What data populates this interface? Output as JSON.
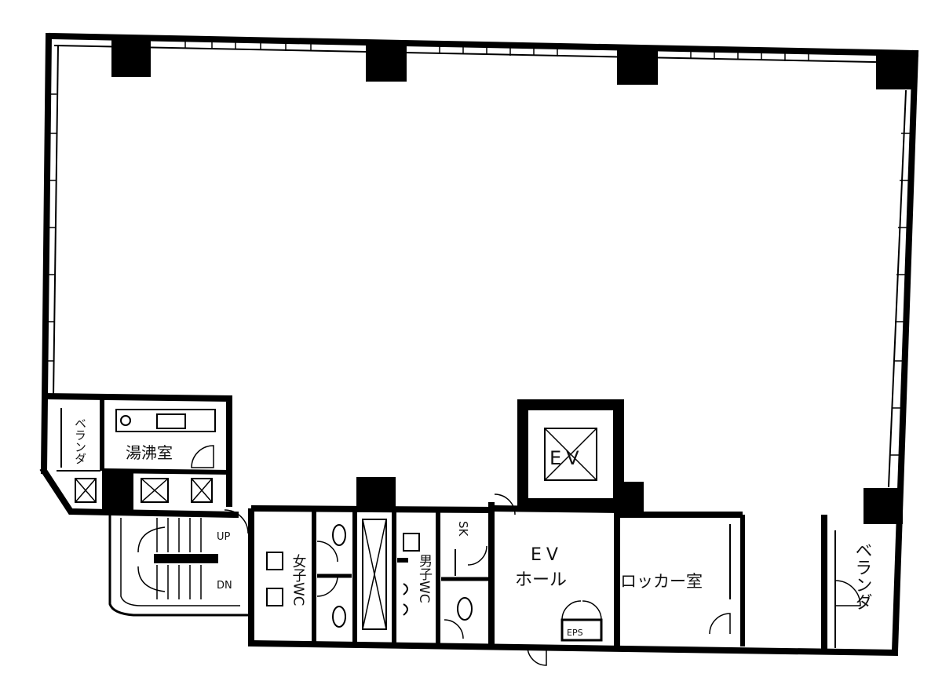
{
  "rooms": {
    "yufushitsu": "湯沸室",
    "veranda_left": "ベランダ",
    "veranda_right": "ベランダ",
    "ev": "EV",
    "ev_hall_1": "EV",
    "ev_hall_2": "ホール",
    "locker": "ロッカー室",
    "sk": "SK",
    "eps": "EPS",
    "womens_wc": "女子WC",
    "mens_wc": "男子WC"
  },
  "stairs": {
    "up": "UP",
    "down": "DN"
  }
}
